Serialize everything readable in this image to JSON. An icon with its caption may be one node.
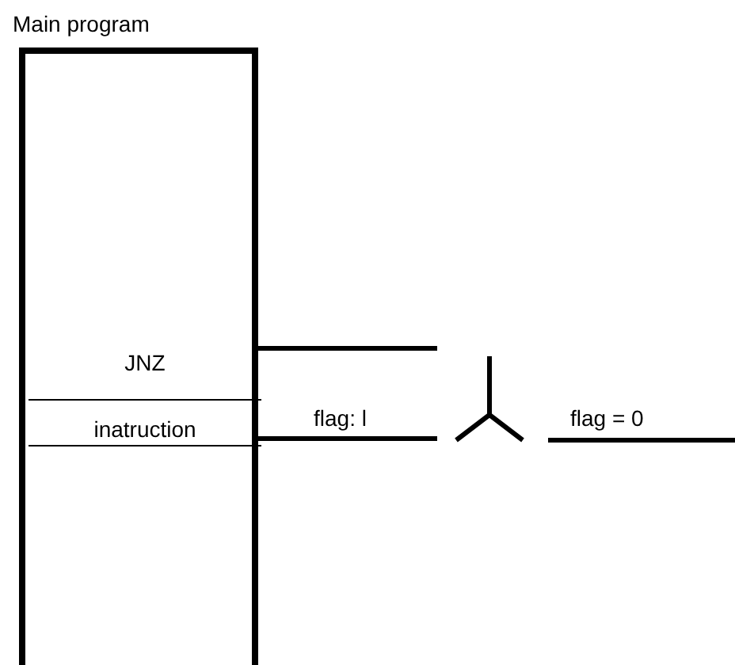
{
  "diagram": {
    "nodes": [
      {
        "text": [
          "Main program"
        ]
      },
      {
        "text": [
          "JNZ"
        ],
        "in": 0
      },
      {
        "text": [
          "inatruction"
        ],
        "in": 0
      },
      {
        "text": [],
        "shape": "switch"
      }
    ],
    "edges": [
      {
        "from": 0,
        "to": 3,
        "arrow": "none"
      },
      {
        "from": 2,
        "to": 3,
        "arrow": "none",
        "label": "flag: l"
      },
      {
        "from": 3,
        "to": null,
        "arrow": "none",
        "label": "flag = 0"
      }
    ]
  }
}
